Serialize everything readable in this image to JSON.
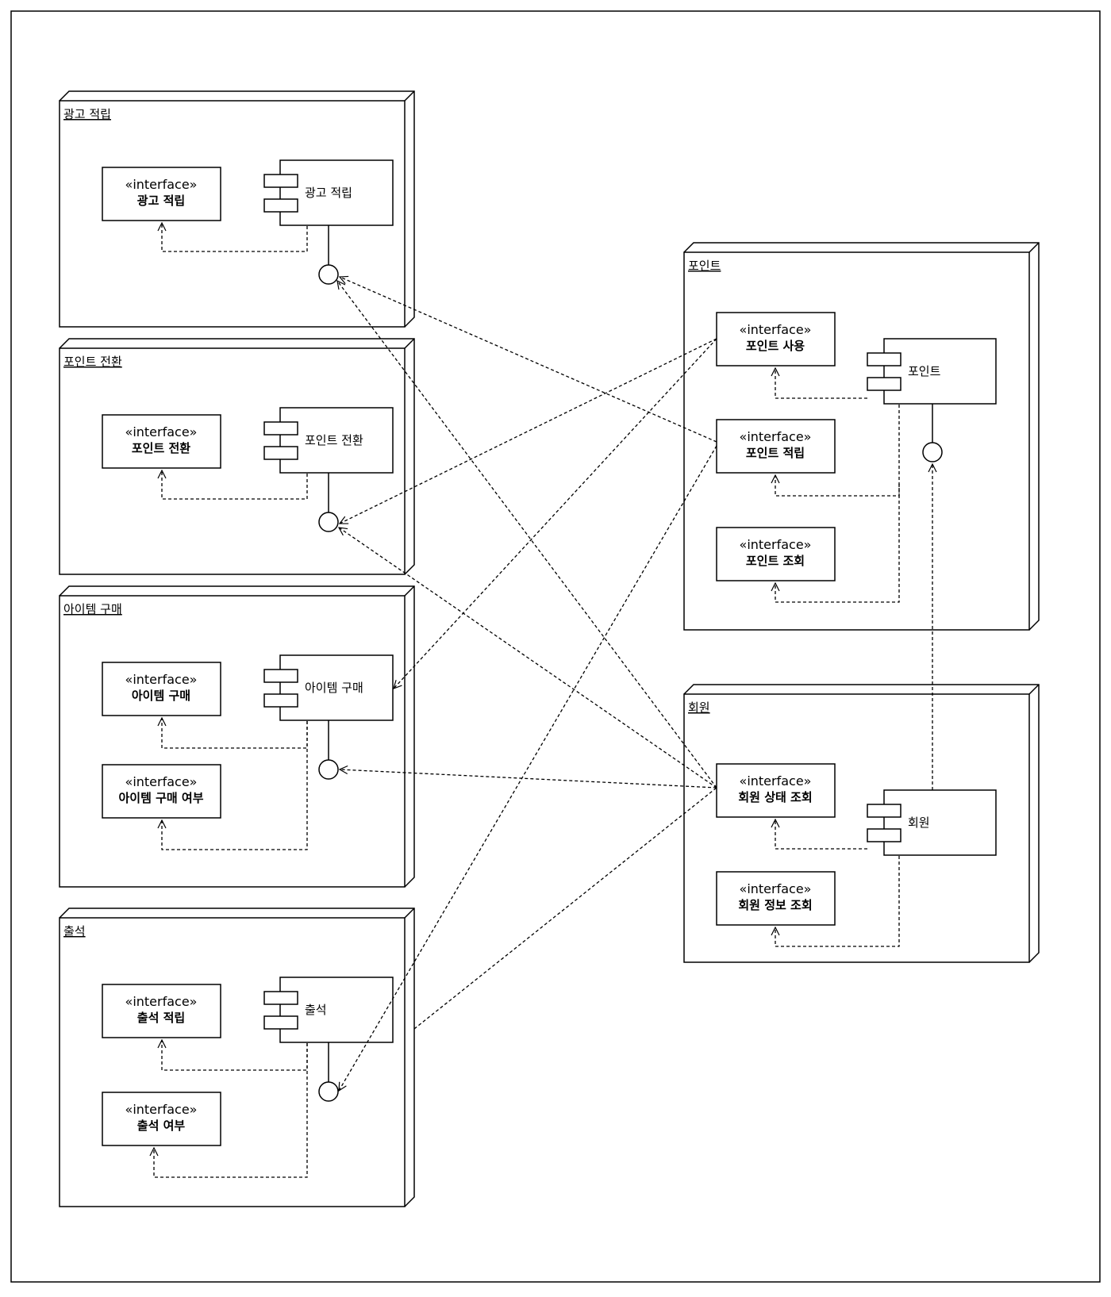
{
  "diagram": {
    "stereotype": "«interface»",
    "nodes": [
      {
        "id": "ad",
        "title": "광고 적립",
        "component": "광고 적립",
        "interfaces": [
          "광고 적립"
        ]
      },
      {
        "id": "conv",
        "title": "포인트 전환",
        "component": "포인트 전환",
        "interfaces": [
          "포인트 전환"
        ]
      },
      {
        "id": "item",
        "title": "아이템 구매",
        "component": "아이템 구매",
        "interfaces": [
          "아이템 구매",
          "아이템 구매 여부"
        ]
      },
      {
        "id": "att",
        "title": "출석",
        "component": "출석",
        "interfaces": [
          "출석 적립",
          "출석 여부"
        ]
      },
      {
        "id": "point",
        "title": "포인트",
        "component": "포인트",
        "interfaces": [
          "포인트 사용",
          "포인트 적립",
          "포인트 조회"
        ]
      },
      {
        "id": "member",
        "title": "회원",
        "component": "회원",
        "interfaces": [
          "회원 상태 조회",
          "회원 정보 조회"
        ]
      }
    ]
  }
}
